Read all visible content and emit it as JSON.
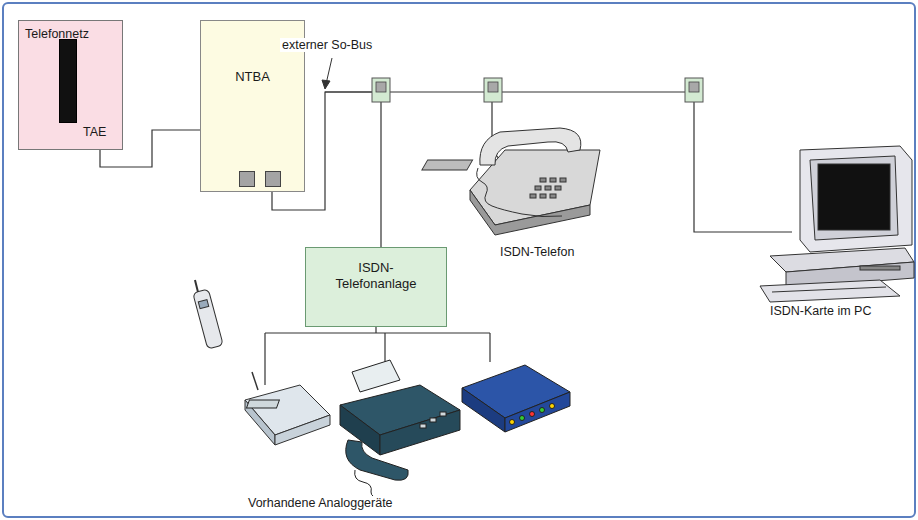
{
  "diagram": {
    "nodes": [
      {
        "text": [
          "Telefonnetz",
          "TAE"
        ]
      },
      {
        "text": [
          "NTBA"
        ]
      },
      {
        "text": [
          "ISDN-Telefonanlage"
        ]
      }
    ],
    "edges": [
      {
        "from": 0,
        "to": 1,
        "arrow": "none"
      },
      {
        "from": 1,
        "to": 2,
        "arrow": "none"
      }
    ],
    "labels": [
      "externer So-Bus",
      "ISDN-Telefon",
      "ISDN-Karte im PC",
      "Vorhandene Analoggeräte"
    ]
  }
}
